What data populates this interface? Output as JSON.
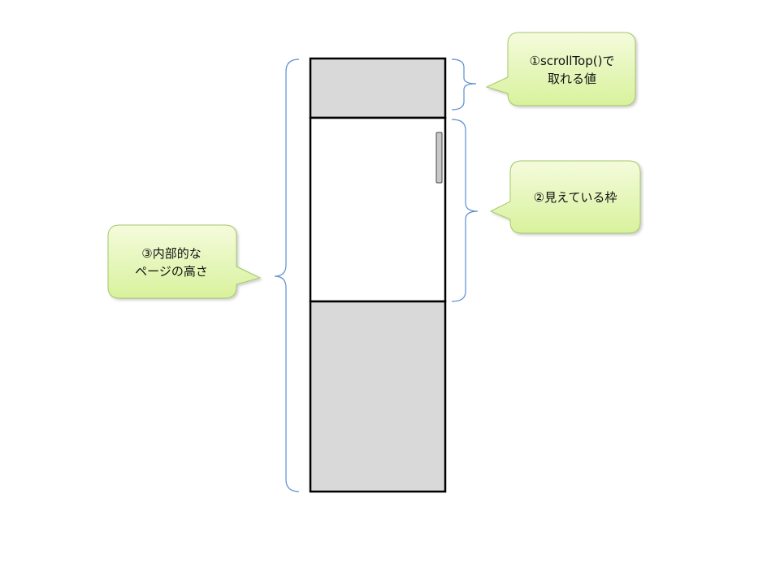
{
  "callouts": {
    "scroll_top": {
      "line1": "①scrollTop()で",
      "line2": "取れる値"
    },
    "visible_frame": {
      "line1": "②見えている枠"
    },
    "inner_height": {
      "line1": "③内部的な",
      "line2": "ページの高さ"
    }
  },
  "colors": {
    "callout_fill_top": "#f3fbd8",
    "callout_fill_bottom": "#d9f3a0",
    "callout_stroke": "#a6c86a",
    "brace": "#5b8fd0",
    "hidden_area": "#d9d9d9"
  }
}
